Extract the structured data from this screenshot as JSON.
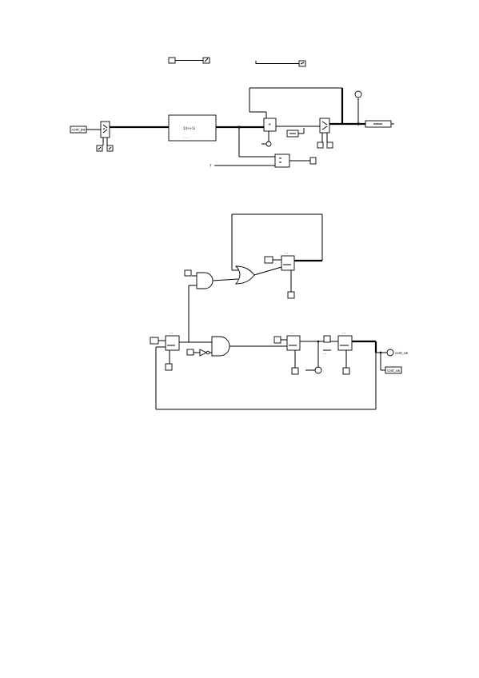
{
  "diagram_type": "block-diagram",
  "top_diagram": {
    "input_tag": "cont_pw",
    "main_block_label": "1/(s+1)"
  },
  "bottom_diagram": {
    "output_tag": "cont_sw",
    "output_goto": "cont_sw"
  }
}
